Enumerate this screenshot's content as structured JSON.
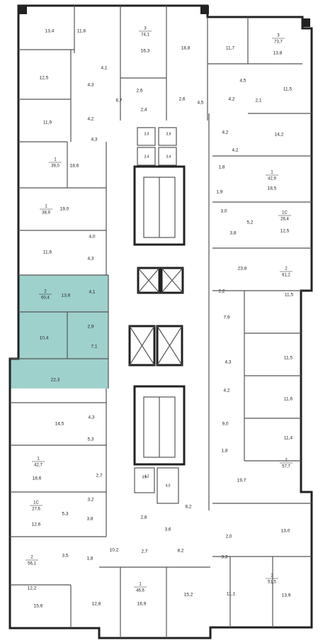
{
  "rooms": [
    "13,4",
    "11,8",
    "16,3",
    "18,8",
    "11,7",
    "13,8",
    "12,5",
    "4,1",
    "4,3",
    "4,2",
    "6,7",
    "2,6",
    "2,4",
    "2,6",
    "4,5",
    "4,2",
    "2,1",
    "4,5",
    "11,5",
    "11,9",
    "3,9",
    "3,9",
    "4,2",
    "14,2",
    "4,3",
    "3,4",
    "3,4",
    "4,2",
    "18,6",
    "1,8",
    "18,5",
    "19,0",
    "1,9",
    "3,0",
    "5,2",
    "4,0",
    "3,8",
    "12,5",
    "11,6",
    "4,3",
    "23,8",
    "13,6",
    "4,1",
    "2,2",
    "2,9",
    "7,9",
    "11,5",
    "10,4",
    "7,1",
    "11,5",
    "22,3",
    "4,3",
    "4,2",
    "11,6",
    "14,5",
    "4,3",
    "9,0",
    "11,4",
    "5,3",
    "1,8",
    "18,6",
    "2,7",
    "19,7",
    "4,2",
    "4,0",
    "3,9",
    "3,2",
    "12,6",
    "5,3",
    "3,8",
    "2,8",
    "3,6",
    "8,2",
    "13,0",
    "2,0",
    "3,3",
    "3,5",
    "1,8",
    "10,2",
    "2,7",
    "8,2",
    "12,2",
    "15,6",
    "12,8",
    "16,9",
    "15,2",
    "11,1",
    "13,9"
  ],
  "apartments": [
    {
      "rooms": "3",
      "area": "74,1"
    },
    {
      "rooms": "3",
      "area": "73,7"
    },
    {
      "rooms": "1",
      "area": "39,0"
    },
    {
      "rooms": "1",
      "area": "42,9"
    },
    {
      "rooms": "1",
      "area": "38,9"
    },
    {
      "rooms": "1С",
      "area": "26,4"
    },
    {
      "rooms": "2",
      "area": "60,4"
    },
    {
      "rooms": "2",
      "area": "61,2"
    },
    {
      "rooms": "1",
      "area": "42,7"
    },
    {
      "rooms": "2",
      "area": "57,7"
    },
    {
      "rooms": "1С",
      "area": "27,6"
    },
    {
      "rooms": "2",
      "area": "56,1"
    },
    {
      "rooms": "1",
      "area": "46,6"
    },
    {
      "rooms": "2",
      "area": "51,5"
    }
  ],
  "highlight_color": "#9fd1cc",
  "highlighted_apartment": {
    "rooms": "2",
    "area": "60,4"
  }
}
